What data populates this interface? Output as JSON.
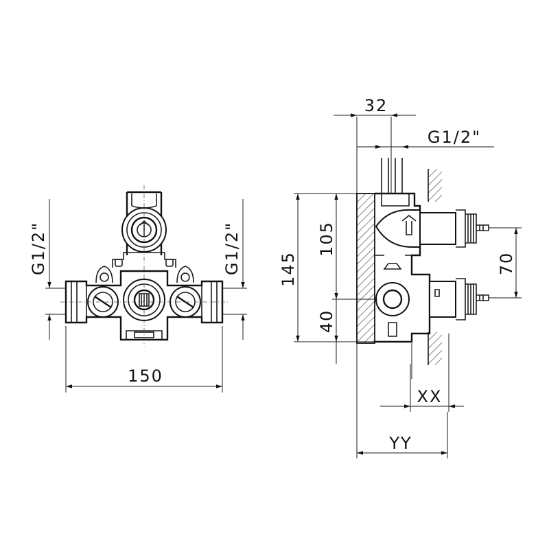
{
  "dimensions": {
    "width_front": "150",
    "inlet_left": "G1/2\"",
    "inlet_right": "G1/2\"",
    "depth_top": "32",
    "outlet_side": "G1/2\"",
    "height_total": "145",
    "height_upper": "105",
    "height_lower": "40",
    "spindle_spacing": "70",
    "xx": "XX",
    "yy": "YY"
  }
}
